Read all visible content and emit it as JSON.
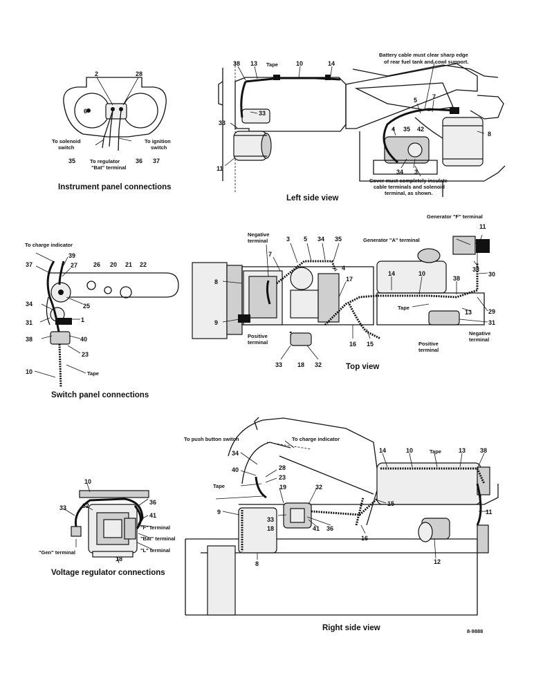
{
  "figure_id": "8-9888",
  "instrument_panel": {
    "caption": "Instrument panel connections",
    "callouts": [
      "2",
      "28",
      "6",
      "35",
      "36",
      "37"
    ],
    "notes": {
      "to_solenoid": "To solenoid",
      "switch": "switch",
      "to_ignition": "To ignition",
      "switch2": "switch",
      "to_regulator": "To regulator",
      "bat_terminal": "\"Bat\" terminal"
    }
  },
  "left_side": {
    "caption": "Left side view",
    "callouts": {
      "c38": "38",
      "c13": "13",
      "c10": "10",
      "c14": "14",
      "c33a": "33",
      "c33b": "33",
      "c11": "11",
      "c5": "5",
      "c7": "7",
      "c8": "8",
      "c4": "4",
      "c35": "35",
      "c42": "42",
      "c34": "34",
      "c3": "3"
    },
    "tape": "Tape",
    "note_battery_1": "Battery cable must clear sharp edge",
    "note_battery_2": "of rear fuel tank and cowl support.",
    "note_cover_1": "Cover must completely insulate",
    "note_cover_2": "cable terminals and solenoid",
    "note_cover_3": "terminal, as shown."
  },
  "switch_panel": {
    "caption": "Switch panel connections",
    "to_charge": "To charge indicator",
    "tape": "Tape",
    "callouts": {
      "c37": "37",
      "c39": "39",
      "c27": "27",
      "c26": "26",
      "c20": "20",
      "c21": "21",
      "c22": "22",
      "c34": "34",
      "c31": "31",
      "c25": "25",
      "c1": "1",
      "c38": "38",
      "c40": "40",
      "c23": "23",
      "c10": "10"
    }
  },
  "top_view": {
    "caption": "Top view",
    "negative_terminal_1": "Negative",
    "negative_terminal_2": "terminal",
    "positive_terminal_1": "Positive",
    "positive_terminal_2": "terminal",
    "gen_f": "Generator \"F\" terminal",
    "gen_a": "Generator \"A\" terminal",
    "tape": "Tape",
    "negative_r_1": "Negative",
    "negative_r_2": "terminal",
    "positive_r_1": "Positive",
    "positive_r_2": "terminal",
    "callouts": {
      "c3": "3",
      "c5": "5",
      "c34": "34",
      "c35": "35",
      "c7": "7",
      "c4": "4",
      "c8": "8",
      "c17": "17",
      "c9": "9",
      "c16": "16",
      "c15": "15",
      "c33a": "33",
      "c18": "18",
      "c32a": "32",
      "c11": "11",
      "c32b": "32",
      "c33b": "33",
      "c30": "30",
      "c14": "14",
      "c10": "10",
      "c38": "38",
      "c29": "29",
      "c13": "13",
      "c31": "31"
    }
  },
  "voltage_regulator": {
    "caption": "Voltage regulator connections",
    "f_terminal": "\"F\" terminal",
    "bat_terminal": "\"Bat\" terminal",
    "l_terminal": "\"L\" terminal",
    "gen_terminal": "\"Gen\" terminal",
    "callouts": {
      "c10": "10",
      "c33": "33",
      "c32": "32",
      "c36": "36",
      "c41": "41",
      "c18": "18"
    }
  },
  "right_side": {
    "caption": "Right side view",
    "to_push": "To push button switch",
    "to_charge": "To charge indicator",
    "tape_left": "Tape",
    "tape_top": "Tape",
    "callouts": {
      "c34": "34",
      "c28": "28",
      "c40": "40",
      "c23": "23",
      "c19": "19",
      "c32": "32",
      "c9": "9",
      "c33": "33",
      "c18": "18",
      "c41": "41",
      "c36": "36",
      "c8": "8",
      "c15": "15",
      "c16": "16",
      "c14": "14",
      "c10": "10",
      "c13": "13",
      "c38": "38",
      "c11": "11",
      "c12": "12"
    }
  }
}
